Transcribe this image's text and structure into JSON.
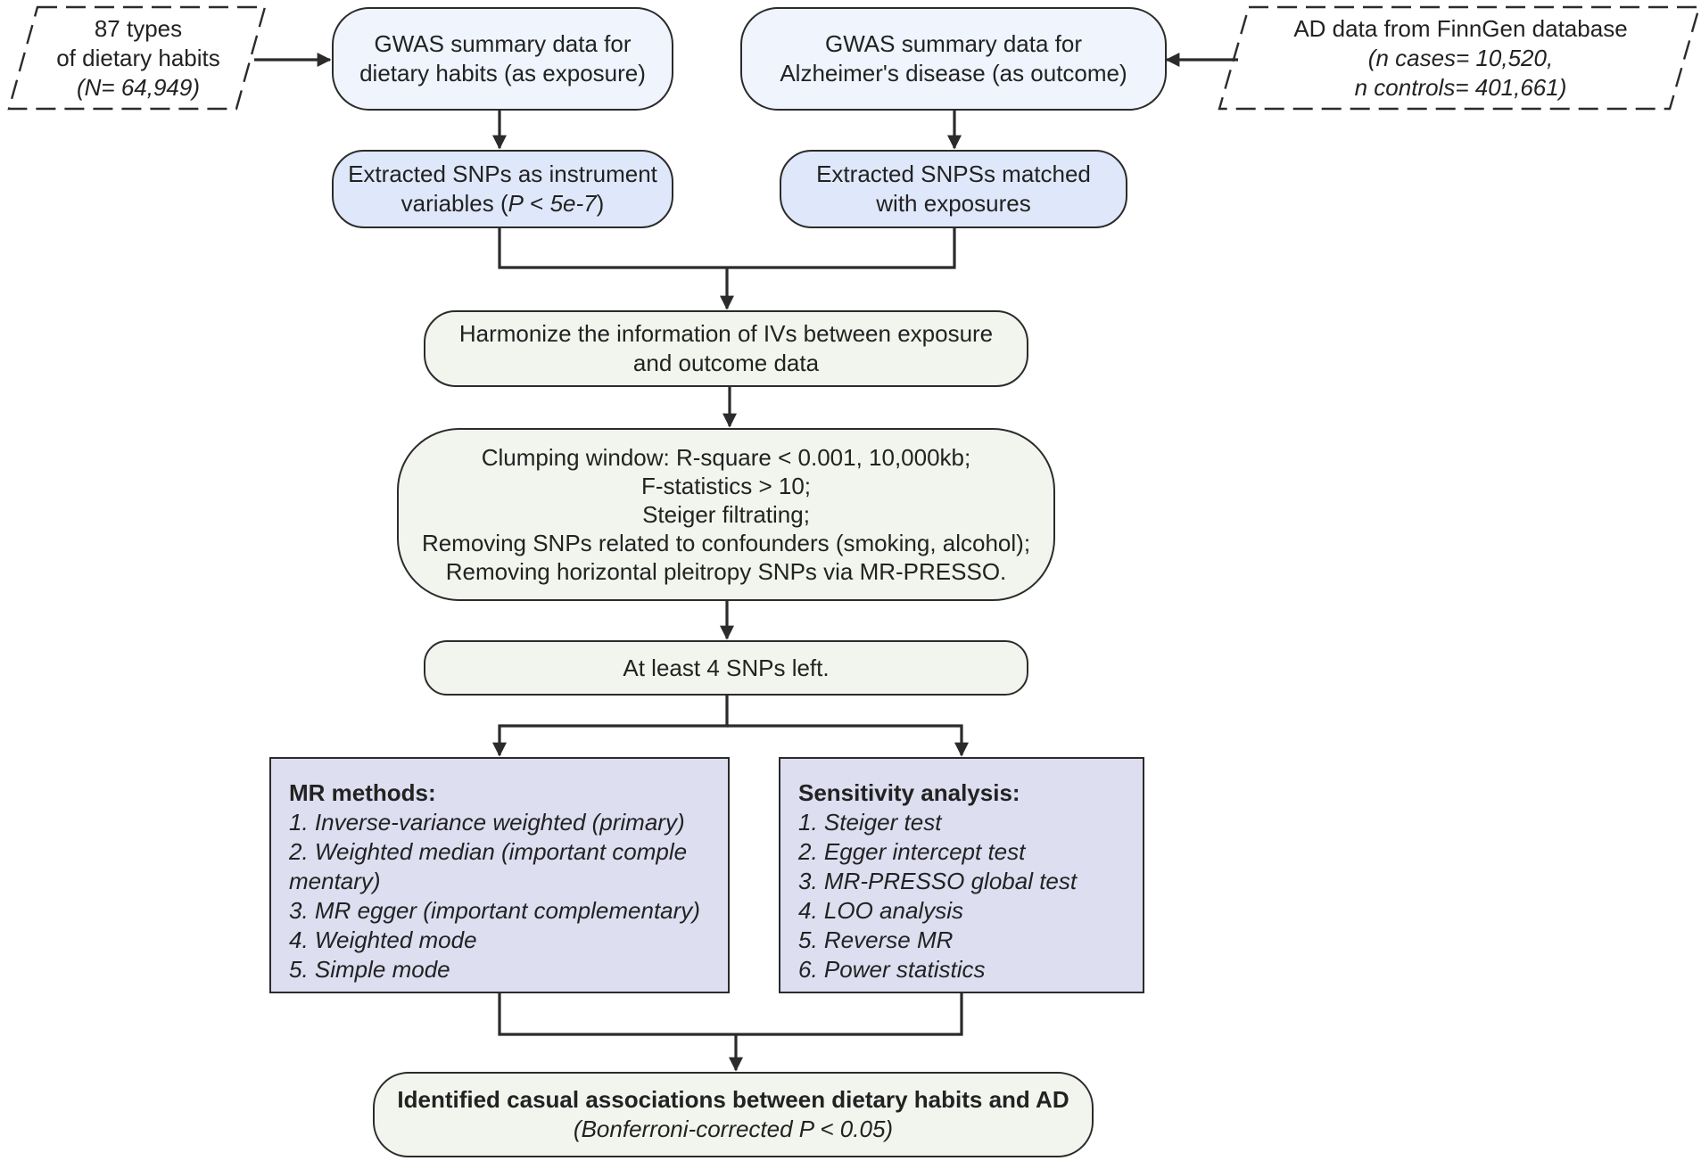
{
  "input_left": {
    "line1": "87 types",
    "line2": "of dietary habits",
    "line3": "(N= 64,949)"
  },
  "gwas_exposure": {
    "line1": "GWAS summary data for",
    "line2": "dietary habits (as exposure)"
  },
  "gwas_outcome": {
    "line1": "GWAS summary data for",
    "line2": "Alzheimer's disease (as outcome)"
  },
  "input_right": {
    "line1": "AD data from FinnGen database",
    "line2": "(n cases= 10,520,",
    "line3": "n controls= 401,661)"
  },
  "snps_exposure": {
    "line1": "Extracted SNPs as instrument",
    "line2_prefix": "variables (",
    "line2_p": "P",
    "line2_mid": " < ",
    "line2_val": "5e-7",
    "line2_suffix": ")"
  },
  "snps_outcome": {
    "line1": "Extracted SNPSs matched",
    "line2": "with exposures"
  },
  "harmonize": {
    "line1": "Harmonize the information of IVs between exposure",
    "line2": "and outcome data"
  },
  "clumping": {
    "lines": [
      "Clumping window: R-square < 0.001, 10,000kb;",
      "F-statistics > 10;",
      "Steiger filtrating;",
      "Removing SNPs related to confounders (smoking, alcohol);",
      "Removing horizontal pleitropy SNPs via MR-PRESSO."
    ]
  },
  "snps_left": {
    "text": "At least 4 SNPs left."
  },
  "mr_methods": {
    "title": "MR methods:",
    "items": [
      "1. Inverse-variance weighted (primary)",
      "2.  Weighted median (important comple",
      "mentary)",
      "3. MR egger (important complementary)",
      "4. Weighted mode",
      "5. Simple mode"
    ]
  },
  "sensitivity": {
    "title": "Sensitivity analysis:",
    "items": [
      "1. Steiger test",
      "2.  Egger intercept test",
      "3. MR-PRESSO global test",
      "4. LOO analysis",
      "5. Reverse MR",
      "6. Power statistics"
    ]
  },
  "result": {
    "line1": "Identified casual associations between dietary habits and AD",
    "line2": "(Bonferroni-corrected P < 0.05)"
  },
  "colors": {
    "stroke": "#2b2b2b",
    "blue_light": "#eff4fd",
    "blue_mid": "#dfe8fa",
    "green": "#f1f5ed",
    "lavender": "#dddef0"
  }
}
